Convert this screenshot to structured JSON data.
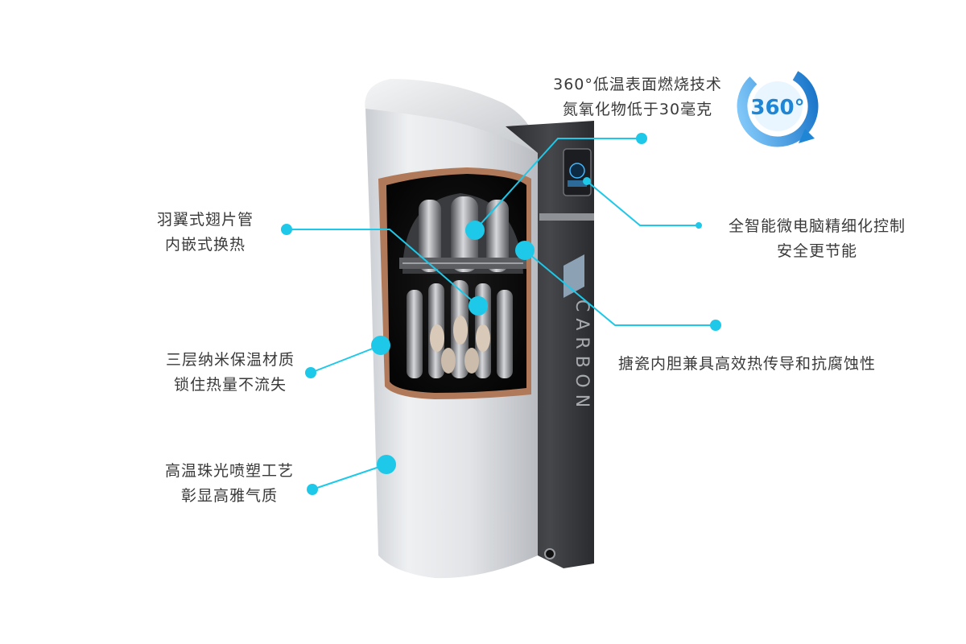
{
  "callouts": [
    {
      "id": "combustion",
      "lines": [
        "360°低温表面燃烧技术",
        "氮氧化物低于30毫克"
      ]
    },
    {
      "id": "fin-tube",
      "lines": [
        "羽翼式翅片管",
        "内嵌式换热"
      ]
    },
    {
      "id": "control",
      "lines": [
        "全智能微电脑精细化控制",
        "安全更节能"
      ]
    },
    {
      "id": "enamel",
      "lines": [
        "搪瓷内胆兼具高效热传导和抗腐蚀性"
      ]
    },
    {
      "id": "insulation",
      "lines": [
        "三层纳米保温材质",
        "锁住热量不流失"
      ]
    },
    {
      "id": "coating",
      "lines": [
        "高温珠光喷塑工艺",
        "彰显高雅气质"
      ]
    }
  ],
  "badge": {
    "text": "360°",
    "icon": "rotation-360-icon"
  },
  "product": {
    "brand": "CARBON"
  },
  "colors": {
    "accent": "#1ec8e8",
    "text": "#3a3a3a",
    "body": "#e3e5e8",
    "panel": "#3b3d41",
    "badge": "#1f86d6"
  }
}
